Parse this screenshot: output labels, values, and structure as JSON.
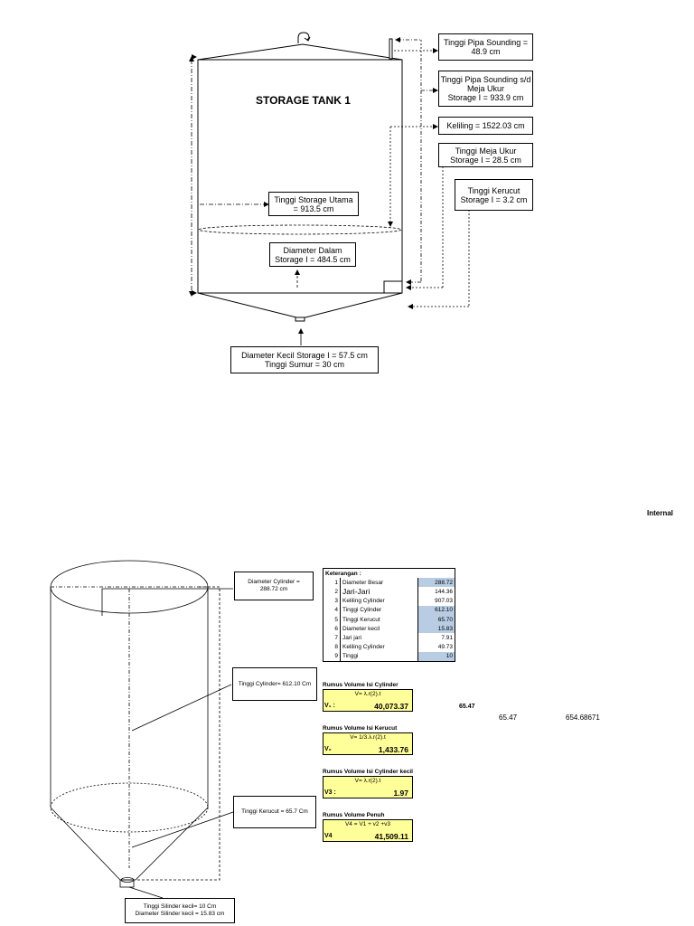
{
  "diagram1": {
    "title": "STORAGE TANK 1",
    "labels": {
      "pipa_sounding": [
        "Tinggi Pipa Sounding =",
        "48.9 cm"
      ],
      "pipa_meja": [
        "Tinggi Pipa Sounding s/d",
        "Meja Ukur",
        "Storage I =  933.9 cm"
      ],
      "keliling": [
        "Keliling = 1522.03 cm"
      ],
      "meja_ukur": [
        "Tinggi Meja Ukur",
        "Storage I = 28.5 cm"
      ],
      "kerucut": [
        "Tinggi Kerucut",
        "Storage I = 3.2 cm"
      ],
      "storage_utama": [
        "Tinggi Storage  Utama",
        "= 913.5 cm"
      ],
      "diameter_dalam": [
        "Diameter Dalam",
        "Storage I = 484.5 cm"
      ],
      "diameter_kecil": [
        "Diameter Kecil Storage I = 57.5 cm",
        "Tinggi Sumur    = 30 cm"
      ]
    }
  },
  "internal_label": "Internal",
  "diagram2": {
    "labels": {
      "diameter_cylinder": [
        "Diameter Cylinder =",
        "288.72 cm"
      ],
      "tinggi_cylinder": [
        "Tinggi Cylinder= 612.10 Cm"
      ],
      "tinggi_kerucut": [
        "Tinggi  Kerucut = 65.7 Cm"
      ],
      "silinder_kecil": [
        "Tinggi Silinder kecil= 10 Cm",
        "Diameter Silinder kecil = 15.83 cm"
      ]
    },
    "keterangan": {
      "header": "Keterangan :",
      "rows": [
        {
          "no": "1",
          "label": "Diameter Besar",
          "value": "288.72",
          "shaded": true
        },
        {
          "no": "2",
          "label": "Jari-Jari",
          "value": "144.36",
          "shaded": false
        },
        {
          "no": "3",
          "label": "Keliling Cylinder",
          "value": "907.03",
          "shaded": false
        },
        {
          "no": "4",
          "label": "Tinggi Cylinder",
          "value": "612.10",
          "shaded": true
        },
        {
          "no": "5",
          "label": "Tinggi Kerucut",
          "value": "65.70",
          "shaded": true
        },
        {
          "no": "6",
          "label": "Diameter kecil",
          "value": "15.83",
          "shaded": true
        },
        {
          "no": "7",
          "label": "Jari jari",
          "value": "7.91",
          "shaded": false
        },
        {
          "no": "8",
          "label": "Keliling Cylinder",
          "value": "49.73",
          "shaded": false
        },
        {
          "no": "9",
          "label": "Tinggi",
          "value": "10",
          "shaded": true
        }
      ]
    },
    "formulas": [
      {
        "title": "Rumus Volume Isi Cylinder",
        "eq": "V= λ.r(2).t",
        "label": "V₁ :",
        "value": "40,073.37"
      },
      {
        "title": "Rumus Volume Isi Kerucut",
        "eq": "V= 1/3.λ.r(2).t",
        "label": "V₂",
        "value": "1,433.76"
      },
      {
        "title": "Rumus Volume Isi Cylinder kecil",
        "eq": "V= λ.r(2).t",
        "label": "V3 :",
        "value": "1.97"
      },
      {
        "title": "Rumus Volume Penuh",
        "eq": "V4 = V1 + v2 +v3",
        "label": "V4",
        "value": "41,509.11"
      }
    ],
    "free_values": {
      "bold": "65.47",
      "a": "65.47",
      "b": "654.68671"
    }
  },
  "colors": {
    "shade": "#b8cce4",
    "highlight": "#ffff99"
  }
}
